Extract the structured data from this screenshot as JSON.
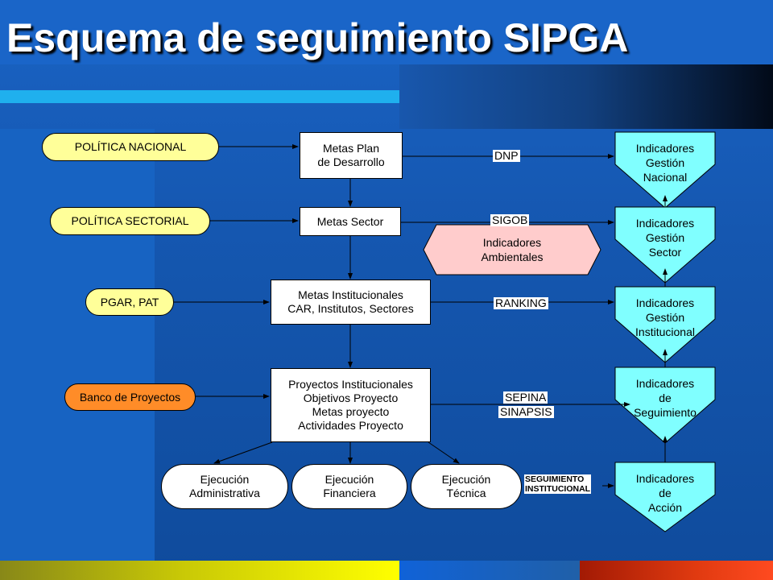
{
  "slide": {
    "title": "Esquema de seguimiento SIPGA"
  },
  "sources": {
    "politica_nacional": "POLÍTICA NACIONAL",
    "politica_sectorial": "POLÍTICA SECTORIAL",
    "pgar_pat": "PGAR, PAT",
    "banco_proyectos": "Banco de Proyectos"
  },
  "metas": {
    "plan_desarrollo": [
      "Metas Plan",
      "de Desarrollo"
    ],
    "sector": "Metas Sector",
    "institucionales": [
      "Metas Institucionales",
      "CAR, Institutos, Sectores"
    ],
    "proyectos": [
      "Proyectos Institucionales",
      "Objetivos Proyecto",
      "Metas proyecto",
      "Actividades Proyecto"
    ]
  },
  "systems": {
    "dnp": "DNP",
    "sigob": "SIGOB",
    "ranking": "RANKING",
    "sepina": "SEPINA",
    "sinapsis": "SINAPSIS",
    "seguimiento_institucional": [
      "SEGUIMIENTO",
      "INSTITUCIONAL"
    ]
  },
  "ambientales": [
    "Indicadores",
    "Ambientales"
  ],
  "indicators": {
    "nacional": [
      "Indicadores",
      "Gestión",
      "Nacional"
    ],
    "sector": [
      "Indicadores",
      "Gestión",
      "Sector"
    ],
    "institucional": [
      "Indicadores",
      "Gestión",
      "Institucional"
    ],
    "seguimiento": [
      "Indicadores",
      "de",
      "Seguimiento"
    ],
    "accion": [
      "Indicadores",
      "de",
      "Acción"
    ]
  },
  "execution": {
    "administrativa": [
      "Ejecución",
      "Administrativa"
    ],
    "financiera": [
      "Ejecución",
      "Financiera"
    ],
    "tecnica": [
      "Ejecución",
      "Técnica"
    ]
  },
  "colors": {
    "background": "#1458b0",
    "title_text": "#ffffff",
    "accent_cyan": "#1fb0ee",
    "indicator_fill": "#80ffff",
    "source_fill": "#ffff99",
    "banco_fill": "#ff8c28",
    "ambientales_fill": "#ffcccc"
  }
}
